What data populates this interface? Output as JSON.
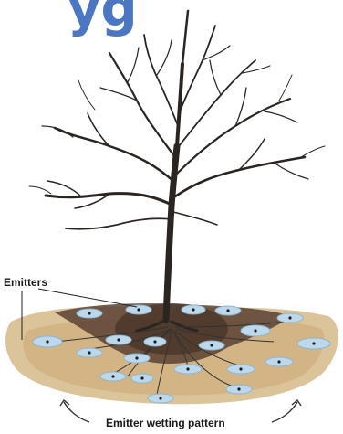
{
  "title_fragment": "yg",
  "colors": {
    "title": "#4a76c4",
    "soil_light": "#dcc49a",
    "soil_mid": "#c9a36a",
    "soil_dark": "#5a4232",
    "emitter_fill": "#bcd8ea",
    "emitter_edge": "#8fb5cf",
    "tree": "#2b2522",
    "line": "#333333"
  },
  "labels": {
    "emitters": "Emitters",
    "wetting_pattern": "Emitter wetting pattern"
  },
  "icons": {
    "left_arrow": "curved-arrow-left",
    "right_arrow": "curved-arrow-right"
  }
}
